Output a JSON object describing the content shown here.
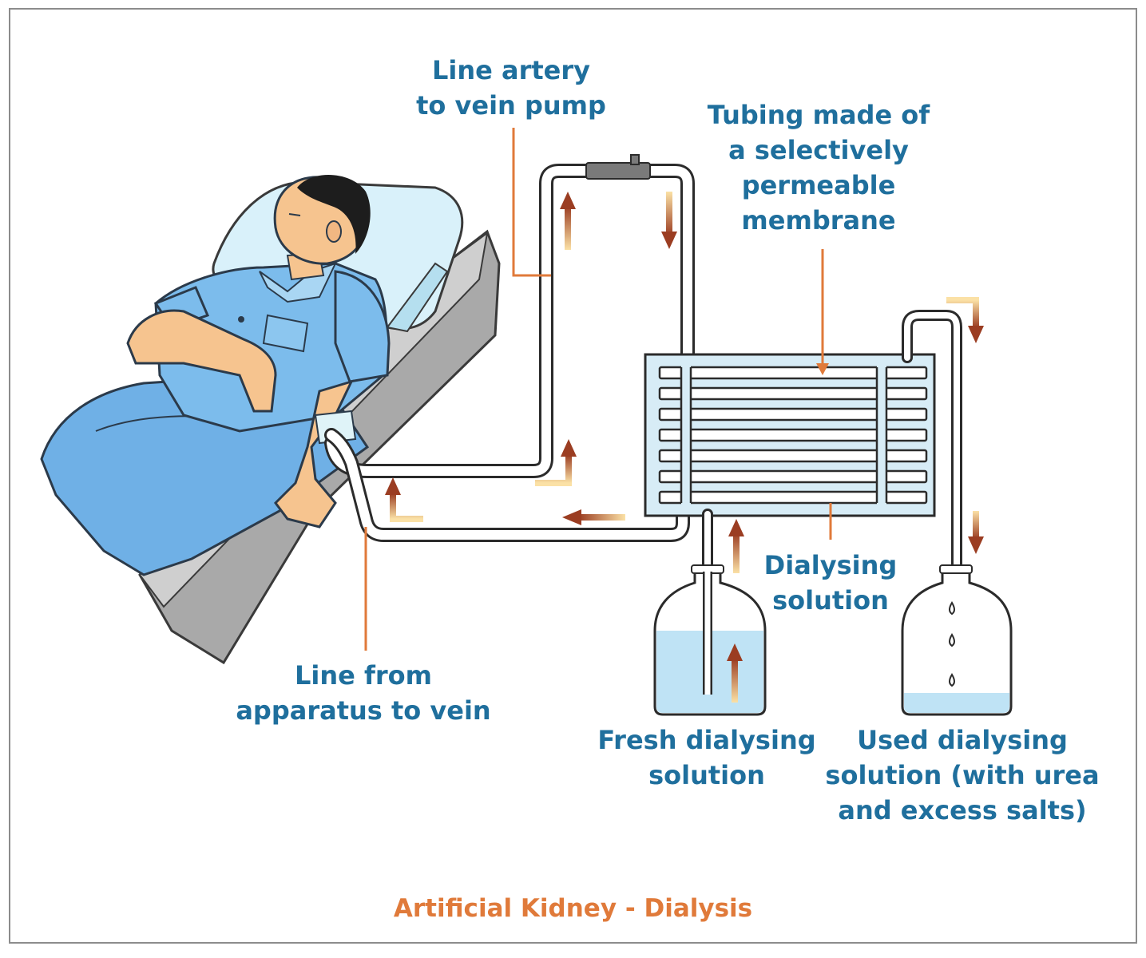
{
  "labels": {
    "pump_line": "Line artery\nto vein pump",
    "tubing": "Tubing made of\na selectively\npermeable\nmembrane",
    "dialysing_solution": "Dialysing\nsolution",
    "vein_line": "Line from\napparatus to vein",
    "fresh": "Fresh dialysing\nsolution",
    "used": "Used dialysing\nsolution (with urea\nand excess salts)"
  },
  "caption": "Artificial Kidney - Dialysis",
  "colors": {
    "label_text": "#1f6f9d",
    "caption_text": "#e07a3a",
    "leader_line": "#e07a3a",
    "arrow": "#a8532c",
    "tube_fill": "#d7ecf6",
    "patient_clothes": "#6fb0e6",
    "bed": "#8a8a8a"
  }
}
